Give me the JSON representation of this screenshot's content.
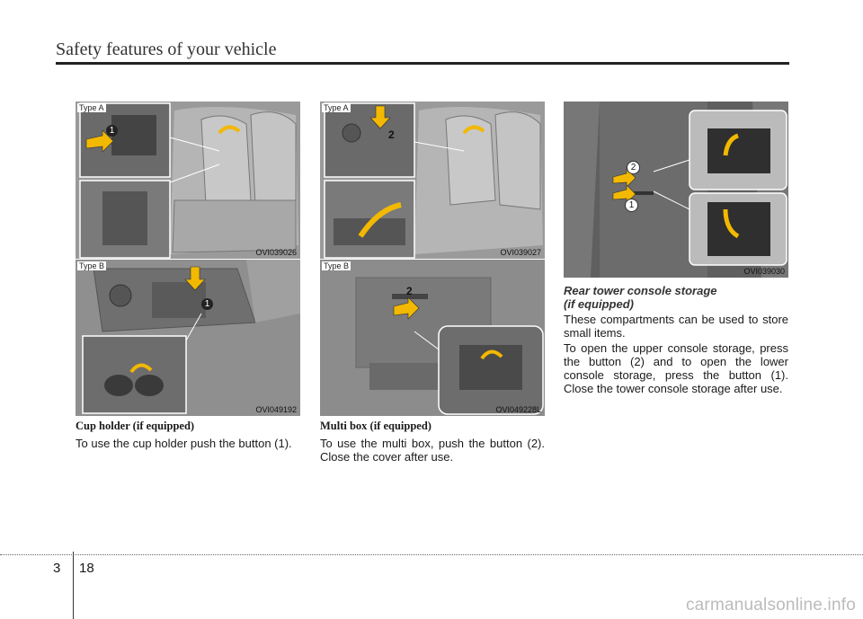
{
  "header": {
    "title": "Safety features of your vehicle"
  },
  "figures": {
    "fig1": {
      "type_label": "Type A",
      "code": "OVI039026",
      "callouts": [
        "1"
      ]
    },
    "fig2": {
      "type_label": "Type B",
      "code": "OVI049192",
      "callouts": [
        "1"
      ]
    },
    "fig3": {
      "type_label": "Type A",
      "code": "OVI039027",
      "callouts": [
        "2"
      ]
    },
    "fig4": {
      "type_label": "Type B",
      "code": "OVI049228L",
      "callouts": [
        "2"
      ]
    },
    "fig5": {
      "code": "OVI039030",
      "callouts": [
        "2",
        "1"
      ]
    }
  },
  "sections": {
    "cup_holder": {
      "title": "Cup holder (if equipped)",
      "body": "To use the cup holder push the button (1)."
    },
    "multi_box": {
      "title": "Multi box (if equipped)",
      "body": "To use the multi box, push the button (2). Close the cover after use."
    },
    "rear_tower": {
      "title_line1": "Rear tower console storage",
      "title_line2": "(if equipped)",
      "para1": "These compartments can be used to store small items.",
      "para2": "To open the upper console storage, press the button (2) and to open the lower console storage, press the button (1). Close the tower console storage after use."
    }
  },
  "footer": {
    "chapter": "3",
    "page": "18"
  },
  "watermark": "carmanualsonline.info"
}
